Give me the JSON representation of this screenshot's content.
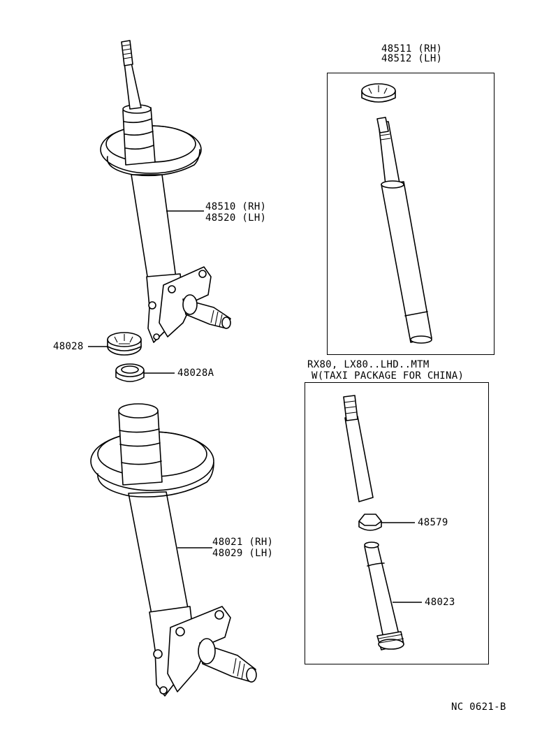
{
  "parts": {
    "strut_rh": "48510 (RH)",
    "strut_lh": "48520 (LH)",
    "cartridge_rh": "48511 (RH)",
    "cartridge_lh": "48512 (LH)",
    "lower_strut_rh": "48021 (RH)",
    "lower_strut_lh": "48029 (LH)",
    "nut": "48028",
    "cap": "48028A",
    "retainer": "48579",
    "shock": "48023"
  },
  "variant": {
    "line1": "RX80, LX80..LHD..MTM",
    "line2": "W(TAXI PACKAGE FOR CHINA)"
  },
  "footer": {
    "code": "NC  0621-B"
  }
}
